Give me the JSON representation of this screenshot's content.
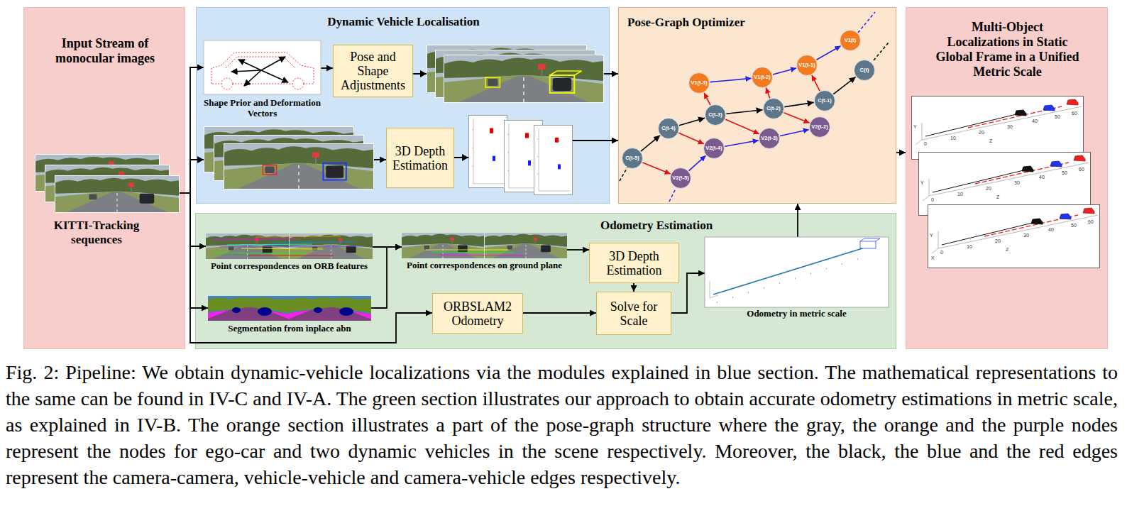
{
  "diagram": {
    "caption": "Fig. 2: Pipeline: We obtain dynamic-vehicle localizations via the modules explained in blue section. The mathematical representations to the same can be found in IV-C and IV-A. The green section illustrates our approach to obtain accurate odometry estimations in metric scale, as explained in IV-B. The orange section illustrates a part of the pose-graph structure where the gray, the orange and the purple nodes represent the nodes for ego-car and two dynamic vehicles in the scene respectively. Moreover, the black, the blue and the red edges represent the camera-camera, vehicle-vehicle and camera-vehicle edges respectively.",
    "nodes": [
      {
        "text": [
          "Input Stream of monocular images"
        ]
      },
      {
        "text": [
          "KITTI-Tracking sequences"
        ],
        "in": 0
      },
      {
        "text": [
          "Dynamic Vehicle Localisation"
        ]
      },
      {
        "text": [
          "Shape Prior and Deformation Vectors"
        ],
        "in": 2
      },
      {
        "text": [
          "Pose and Shape Adjustments"
        ],
        "in": 2
      },
      {
        "text": [
          "3D Depth Estimation"
        ],
        "in": 2
      },
      {
        "text": [
          "Pose-Graph Optimizer"
        ]
      },
      {
        "text": [
          "C(t-5)"
        ],
        "in": 6
      },
      {
        "text": [
          "C(t-4)"
        ],
        "in": 6
      },
      {
        "text": [
          "C(t-3)"
        ],
        "in": 6
      },
      {
        "text": [
          "C(t-2)"
        ],
        "in": 6
      },
      {
        "text": [
          "C(t-1)"
        ],
        "in": 6
      },
      {
        "text": [
          "C(t)"
        ],
        "in": 6
      },
      {
        "text": [
          "V1(t-3)"
        ],
        "in": 6
      },
      {
        "text": [
          "V1(t-2)"
        ],
        "in": 6
      },
      {
        "text": [
          "V1(t-1)"
        ],
        "in": 6
      },
      {
        "text": [
          "V1(t)"
        ],
        "in": 6
      },
      {
        "text": [
          "V2(t-5)"
        ],
        "in": 6
      },
      {
        "text": [
          "V2(t-4)"
        ],
        "in": 6
      },
      {
        "text": [
          "V2(t-3)"
        ],
        "in": 6
      },
      {
        "text": [
          "V2(t-2)"
        ],
        "in": 6
      },
      {
        "text": [
          "Multi-Object Localizations in Static Global Frame in a Unified Metric Scale"
        ]
      },
      {
        "text": [
          "Odometry Estimation"
        ]
      },
      {
        "text": [
          "Point correspondences on ORB features"
        ],
        "in": 22
      },
      {
        "text": [
          "Point correspondences on ground plane"
        ],
        "in": 22
      },
      {
        "text": [
          "3D Depth Estimation"
        ],
        "in": 22
      },
      {
        "text": [
          "Segmentation from inplace abn"
        ],
        "in": 22
      },
      {
        "text": [
          "ORBSLAM2 Odometry"
        ],
        "in": 22
      },
      {
        "text": [
          "Solve for Scale"
        ],
        "in": 22
      },
      {
        "text": [
          "Odometry in metric scale"
        ],
        "in": 22
      }
    ],
    "edges": [
      {
        "from": 1,
        "to": 3,
        "arrow": "to"
      },
      {
        "from": 1,
        "to": 5,
        "arrow": "to"
      },
      {
        "from": 1,
        "to": 23,
        "arrow": "to"
      },
      {
        "from": 1,
        "to": 26,
        "arrow": "to"
      },
      {
        "from": 1,
        "to": 27,
        "arrow": "to"
      },
      {
        "from": 3,
        "to": 4,
        "arrow": "to"
      },
      {
        "from": 4,
        "to": 6,
        "arrow": "to"
      },
      {
        "from": 5,
        "to": 6,
        "arrow": "to"
      },
      {
        "from": 7,
        "to": 8,
        "arrow": "to"
      },
      {
        "from": 8,
        "to": 9,
        "arrow": "to"
      },
      {
        "from": 9,
        "to": 10,
        "arrow": "to"
      },
      {
        "from": 10,
        "to": 11,
        "arrow": "to"
      },
      {
        "from": 11,
        "to": 12,
        "arrow": "to"
      },
      {
        "from": 13,
        "to": 14,
        "arrow": "to"
      },
      {
        "from": 14,
        "to": 15,
        "arrow": "to"
      },
      {
        "from": 15,
        "to": 16,
        "arrow": "to"
      },
      {
        "from": 17,
        "to": 18,
        "arrow": "to"
      },
      {
        "from": 18,
        "to": 19,
        "arrow": "to"
      },
      {
        "from": 19,
        "to": 20,
        "arrow": "to"
      },
      {
        "from": 7,
        "to": 17,
        "arrow": "to"
      },
      {
        "from": 8,
        "to": 18,
        "arrow": "to"
      },
      {
        "from": 9,
        "to": 13,
        "arrow": "to"
      },
      {
        "from": 9,
        "to": 19,
        "arrow": "to"
      },
      {
        "from": 10,
        "to": 14,
        "arrow": "to"
      },
      {
        "from": 10,
        "to": 20,
        "arrow": "to"
      },
      {
        "from": 11,
        "to": 15,
        "arrow": "to"
      },
      {
        "from": 6,
        "to": 21,
        "arrow": "to"
      },
      {
        "from": 23,
        "to": 24,
        "arrow": "to"
      },
      {
        "from": 26,
        "to": 24,
        "arrow": "to"
      },
      {
        "from": 24,
        "to": 25,
        "arrow": "to"
      },
      {
        "from": 25,
        "to": 28,
        "arrow": "to"
      },
      {
        "from": 27,
        "to": 28,
        "arrow": "to"
      },
      {
        "from": 28,
        "to": 29,
        "arrow": "to"
      },
      {
        "from": 29,
        "to": 6,
        "arrow": "to"
      }
    ],
    "labels": [
      "Y",
      "0",
      "10",
      "20",
      "30",
      "40",
      "50",
      "60",
      "Z",
      "Y",
      "0",
      "10",
      "20",
      "30",
      "40",
      "50",
      "60",
      "Z",
      "Y",
      "0",
      "10",
      "20",
      "30",
      "40",
      "50",
      "60",
      "Z",
      "X"
    ]
  }
}
